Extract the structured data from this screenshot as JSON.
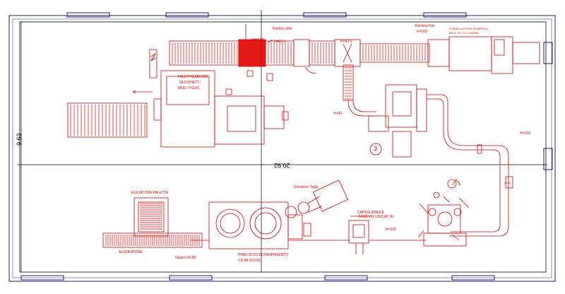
{
  "dimensions": {
    "width": "20.92",
    "height": "9.63"
  },
  "labels": {
    "rulliera_folle_left": "Rulliera folle",
    "rulliera_folle_right": "Rulliera folle",
    "h118": "H=118",
    "h93_left": "H=93.5",
    "h93_right": "H=93.5",
    "h100_top": "H=100",
    "h94": "H=94",
    "h100_right": "H=100",
    "h100_bottom": "H=100",
    "paletizzatore_1": "PALETTIZZATORE",
    "paletizzatore_2": "SECCHIETTI",
    "paletizzatore_3": "MOD. P.SL66",
    "forni_1": "FORNO LETRICE STAMPELLI",
    "forni_2": "MOD. ST.-C1-CT.5MML",
    "elevatore_paletta": "ELEVATORE PALETTA",
    "elevatore_tappi": "Elevatore Tappi",
    "allineatore": "ALLINEATORE",
    "nastro_ocim": "Nastro OCIM",
    "triblocco_1": "TRIBLOCCO DI RIEMPIMENTO",
    "triblocco_2": "OCIM 10/10/1",
    "capsulatrice_1": "CAPSULATRICE",
    "capsulatrice_2": "NORDAN UNICAP 30",
    "station_number": "3",
    "mem_label": "[nnn]"
  },
  "colors": {
    "drawing": "#e00000",
    "frame": "#1a1a8c",
    "dimension": "#000000"
  }
}
